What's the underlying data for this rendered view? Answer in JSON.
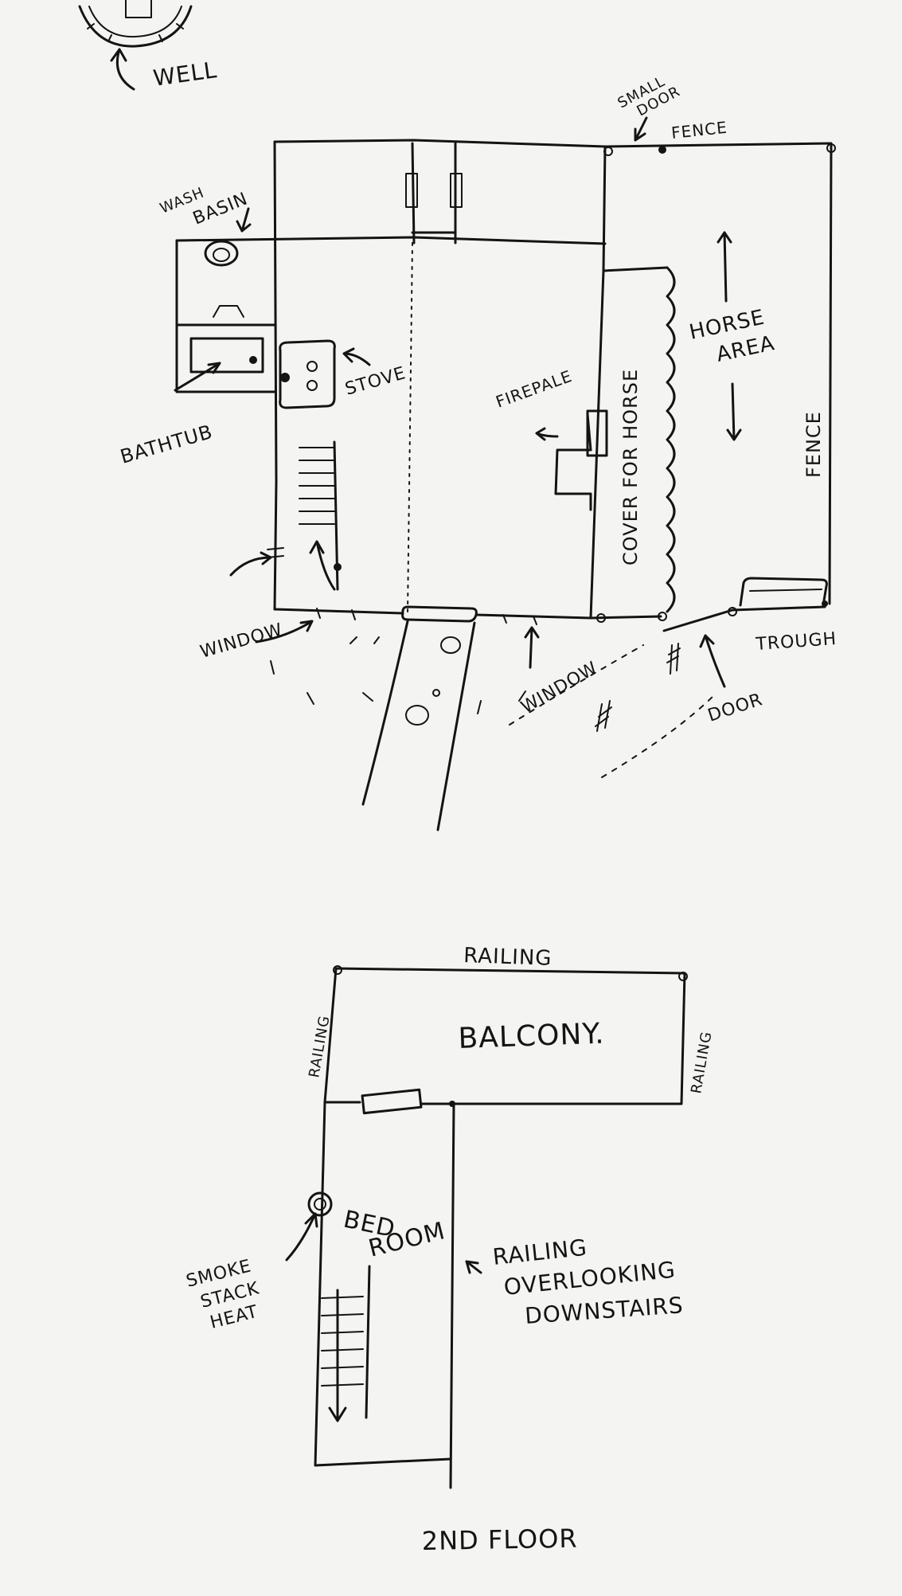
{
  "ground_floor": {
    "well": "WELL",
    "small_door": [
      "SMALL",
      "DOOR"
    ],
    "fence_top": "FENCE",
    "wash_basin": [
      "WASH",
      "BASIN"
    ],
    "stove": "STOVE",
    "fireplace": "FIREPALE",
    "bathtub": "BATHTUB",
    "cover_for_horse": "COVER FOR HORSE",
    "horse_area": [
      "HORSE",
      "AREA"
    ],
    "fence_right": "FENCE",
    "window_left": "WINDOW",
    "window_front": "WINDOW",
    "door": "DOOR",
    "trough": "TROUGH"
  },
  "second_floor": {
    "railing_top": "RAILING",
    "railing_left": "RAILING",
    "railing_right": "RAILING",
    "balcony": "BALCONY.",
    "bedroom": [
      "BED",
      "ROOM"
    ],
    "smoke_stack": [
      "SMOKE",
      "STACK",
      "HEAT"
    ],
    "railing_overlooking": [
      "RAILING",
      "OVERLOOKING",
      "DOWNSTAIRS"
    ],
    "caption": "2ND FLOOR"
  }
}
